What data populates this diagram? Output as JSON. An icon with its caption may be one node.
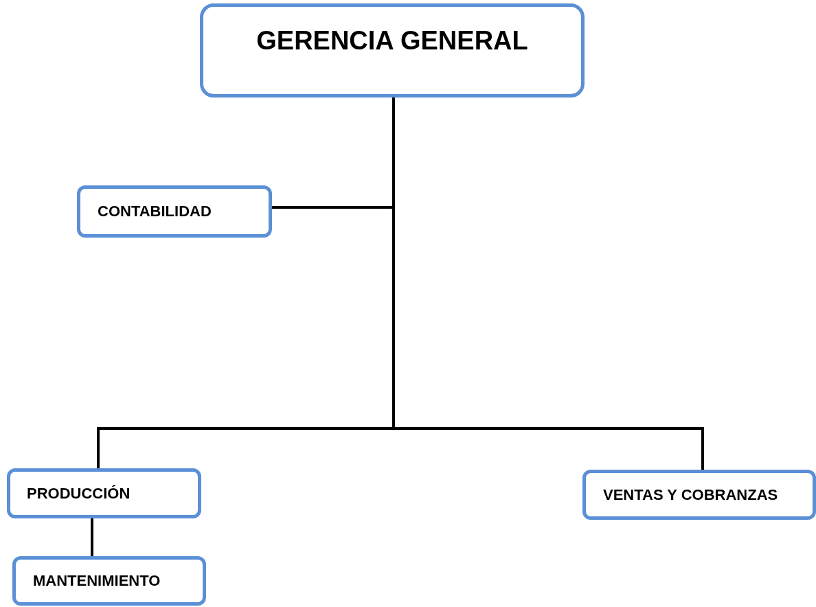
{
  "diagram": {
    "nodes": [
      {
        "text": [
          "GERENCIA GENERAL"
        ]
      },
      {
        "text": [
          "CONTABILIDAD"
        ]
      },
      {
        "text": [
          "PRODUCCIÓN"
        ]
      },
      {
        "text": [
          "VENTAS Y COBRANZAS"
        ]
      },
      {
        "text": [
          "MANTENIMIENTO"
        ]
      }
    ],
    "edges": [
      {
        "from": 0,
        "to": 1,
        "arrow": "none"
      },
      {
        "from": 0,
        "to": 2,
        "arrow": "none"
      },
      {
        "from": 0,
        "to": 3,
        "arrow": "none"
      },
      {
        "from": 2,
        "to": 4,
        "arrow": "none"
      }
    ]
  }
}
